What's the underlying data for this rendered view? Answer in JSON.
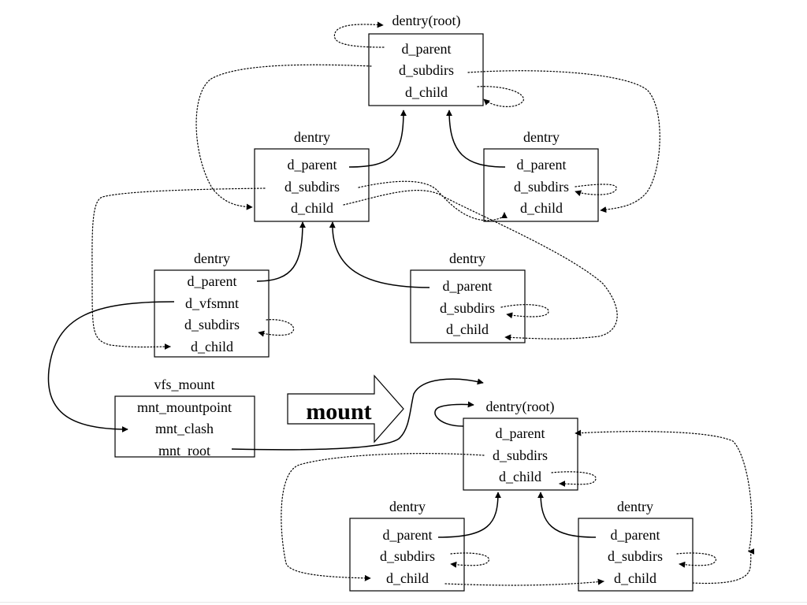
{
  "top_tree": {
    "root": {
      "title": "dentry(root)",
      "fields": [
        "d_parent",
        "d_subdirs",
        "d_child"
      ]
    },
    "child_left": {
      "title": "dentry",
      "fields": [
        "d_parent",
        "d_subdirs",
        "d_child"
      ]
    },
    "child_right": {
      "title": "dentry",
      "fields": [
        "d_parent",
        "d_subdirs",
        "d_child"
      ]
    },
    "grandchild_left": {
      "title": "dentry",
      "fields": [
        "d_parent",
        "d_vfsmnt",
        "d_subdirs",
        "d_child"
      ]
    },
    "grandchild_right": {
      "title": "dentry",
      "fields": [
        "d_parent",
        "d_subdirs",
        "d_child"
      ]
    }
  },
  "vfs_mount": {
    "title": "vfs_mount",
    "fields": [
      "mnt_mountpoint",
      "mnt_clash",
      "mnt_root"
    ]
  },
  "mount_arrow": {
    "label": "mount"
  },
  "mounted_tree": {
    "root": {
      "title": "dentry(root)",
      "fields": [
        "d_parent",
        "d_subdirs",
        "d_child"
      ]
    },
    "child_left": {
      "title": "dentry",
      "fields": [
        "d_parent",
        "d_subdirs",
        "d_child"
      ]
    },
    "child_right": {
      "title": "dentry",
      "fields": [
        "d_parent",
        "d_subdirs",
        "d_child"
      ]
    }
  }
}
